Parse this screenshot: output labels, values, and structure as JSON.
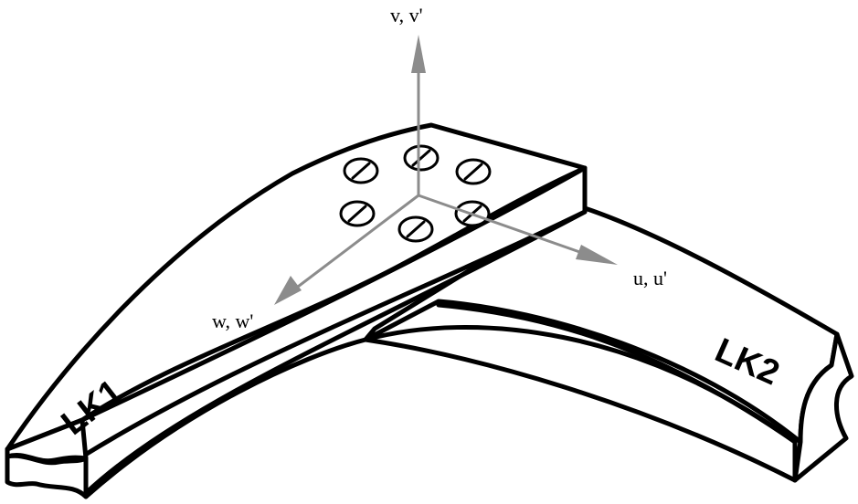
{
  "diagram": {
    "axes": {
      "vertical_label": "v, v'",
      "horizontal_label": "u, u'",
      "depth_label": "w, w'",
      "axis_color": "#8c8c8c"
    },
    "links": {
      "first_label": "LK1",
      "second_label": "LK2"
    },
    "bolt_count": 6
  }
}
